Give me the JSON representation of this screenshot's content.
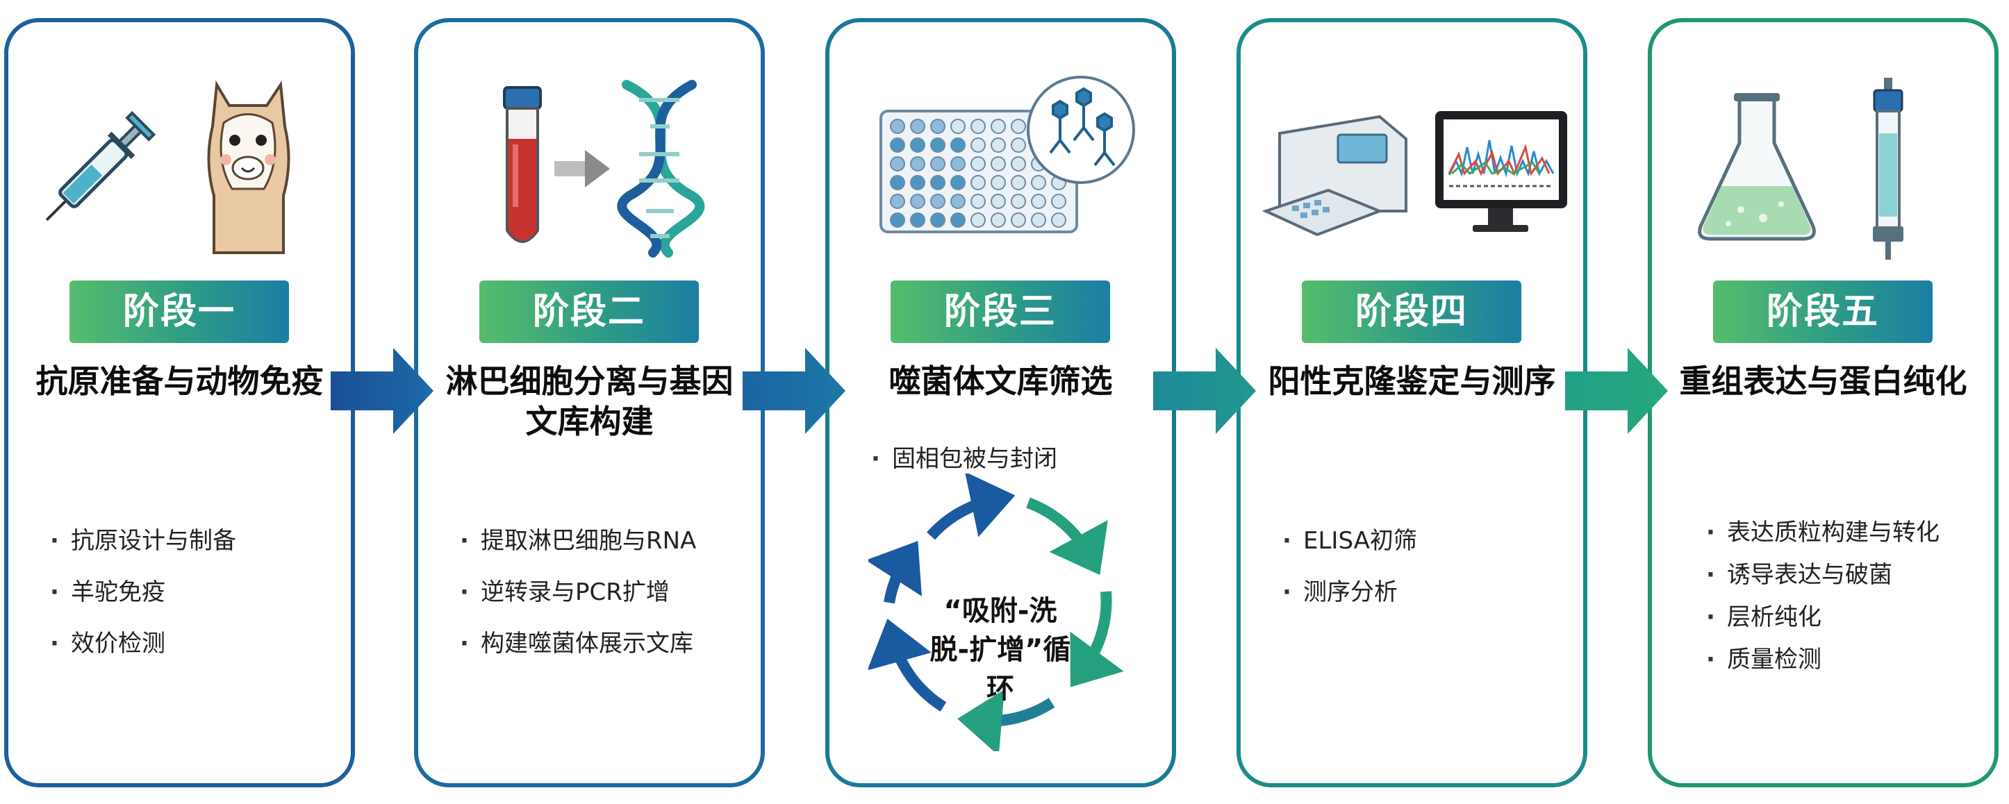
{
  "stages": [
    {
      "badge": "阶段一",
      "title": "抗原准备与动物免疫",
      "items": [
        "抗原设计与制备",
        "羊驼免疫",
        "效价检测"
      ]
    },
    {
      "badge": "阶段二",
      "title": "淋巴细胞分离与基因文库构建",
      "items": [
        "提取淋巴细胞与RNA",
        "逆转录与PCR扩增",
        "构建噬菌体展示文库"
      ]
    },
    {
      "badge": "阶段三",
      "title": "噬菌体文库筛选",
      "items": [
        "固相包被与封闭"
      ],
      "cycle_label": "“吸附-洗脱-扩增”循环"
    },
    {
      "badge": "阶段四",
      "title": "阳性克隆鉴定与测序",
      "items": [
        "ELISA初筛",
        "测序分析"
      ]
    },
    {
      "badge": "阶段五",
      "title": "重组表达与蛋白纯化",
      "items": [
        "表达质粒构建与转化",
        "诱导表达与破菌",
        "层析纯化",
        "质量检测"
      ]
    }
  ],
  "colors": {
    "badge_start": "#55bd6b",
    "badge_end": "#1b7ea3",
    "arrow_blue": "#1a5aa0",
    "arrow_teal": "#24a07e"
  },
  "icons": {
    "stage1": [
      "syringe-icon",
      "alpaca-icon"
    ],
    "stage2": [
      "blood-tube-icon",
      "dna-icon"
    ],
    "stage3": [
      "well-plate-icon",
      "phage-icon",
      "cycle-arrows-icon"
    ],
    "stage4": [
      "plate-reader-icon",
      "sequencer-monitor-icon"
    ],
    "stage5": [
      "flask-icon",
      "chromatography-column-icon"
    ]
  }
}
